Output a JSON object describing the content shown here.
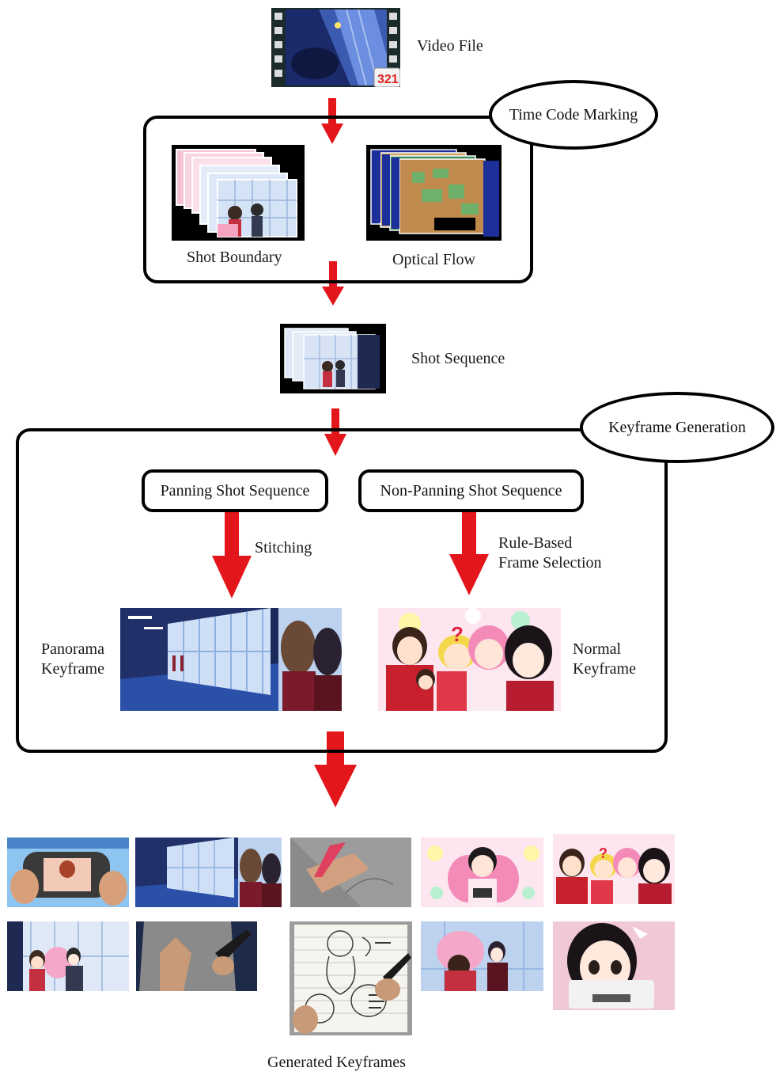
{
  "nodes": {
    "video_file": "Video File",
    "time_code_marking": "Time Code Marking",
    "shot_boundary": "Shot Boundary",
    "optical_flow": "Optical Flow",
    "shot_sequence": "Shot Sequence",
    "keyframe_generation": "Keyframe Generation",
    "panning_shot_sequence": "Panning Shot Sequence",
    "non_panning_shot_sequence": "Non-Panning Shot Sequence",
    "stitching": "Stitching",
    "rule_based_line1": "Rule-Based",
    "rule_based_line2": "Frame Selection",
    "panorama_line1": "Panorama",
    "panorama_line2": "Keyframe",
    "normal_line1": "Normal",
    "normal_line2": "Keyframe",
    "generated_keyframes": "Generated Keyframes"
  },
  "colors": {
    "arrow": "#e3161b",
    "border": "#000000",
    "sky_blue": "#8fb8e8",
    "pink": "#f4a7c8"
  },
  "icons": {
    "video_file": "film-strip-icon"
  }
}
